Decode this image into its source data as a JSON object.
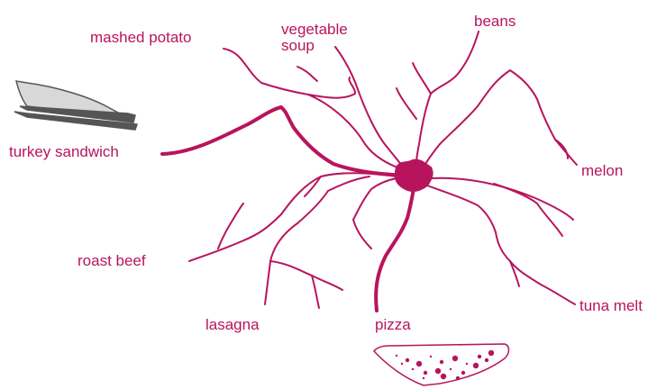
{
  "colors": {
    "ink": "#b8145e",
    "sandwich_bread": "#d8d8d8",
    "sandwich_dark": "#555555",
    "pizza_crust": "#ffffff"
  },
  "labels": {
    "mashed_potato": "mashed potato",
    "vegetable_soup_line1": "vegetable",
    "vegetable_soup_line2": "soup",
    "beans": "beans",
    "turkey_sandwich": "turkey sandwich",
    "melon": "melon",
    "roast_beef": "roast beef",
    "lasagna": "lasagna",
    "pizza": "pizza",
    "tuna_melt": "tuna melt"
  },
  "illustrations": {
    "sandwich": "turkey-sandwich-drawing",
    "pizza": "pizza-slice-drawing"
  }
}
